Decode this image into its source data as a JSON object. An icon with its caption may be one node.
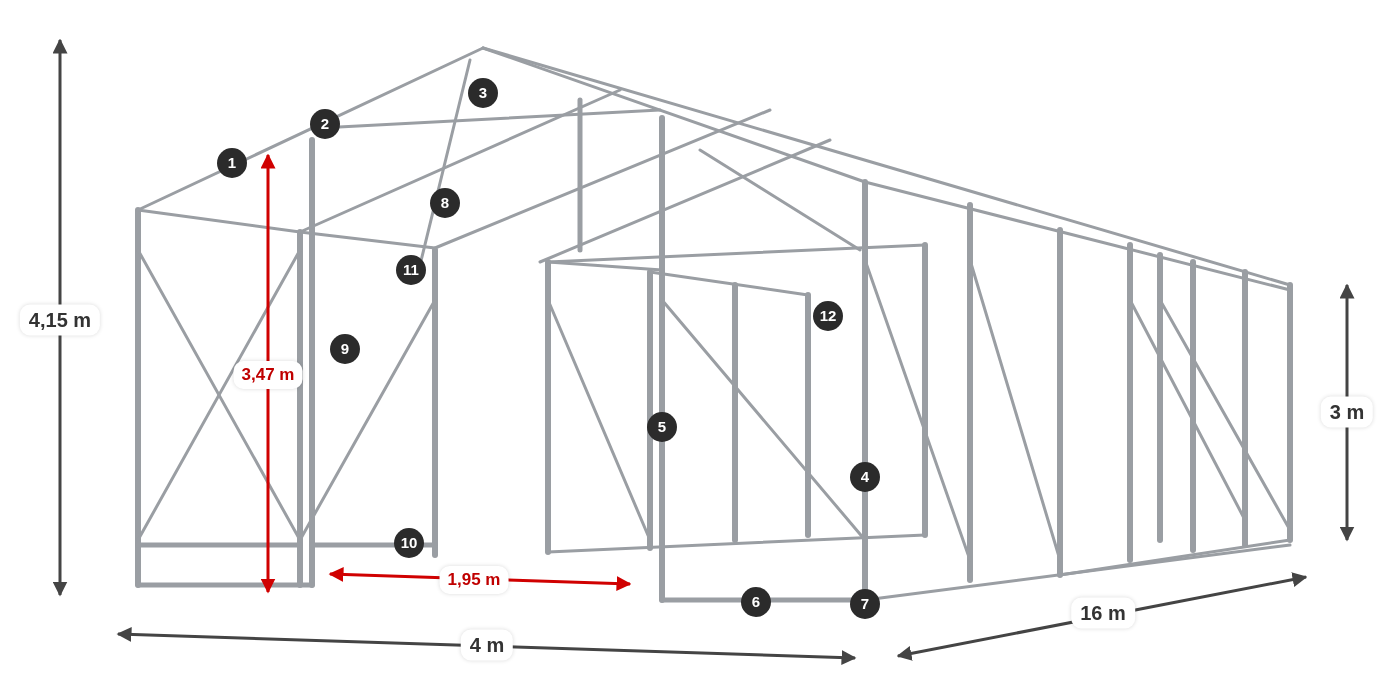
{
  "diagram": {
    "labels": [
      "3",
      "2",
      "1",
      "8",
      "11",
      "12",
      "9",
      "3,47 m",
      "4,15 m",
      "3 m",
      "5",
      "4",
      "10",
      "1,95 m",
      "6",
      "7",
      "16 m",
      "4 m"
    ]
  }
}
